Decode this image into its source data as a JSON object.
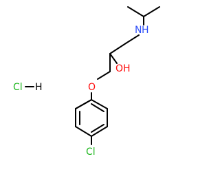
{
  "molecule": {
    "atoms": {
      "nh_N": "N",
      "nh_H": "H",
      "oh_O": "O",
      "oh_H": "H",
      "ether_O": "O",
      "cl_ring": "Cl",
      "hcl_Cl": "Cl",
      "hcl_H": "H"
    }
  },
  "colors": {
    "nitrogen": "#3050F8",
    "oxygen": "#FF0D0D",
    "chlorine": "#1FB71F",
    "hydrogen": "#000000",
    "bond": "#000000",
    "background": "#FFFFFF"
  }
}
